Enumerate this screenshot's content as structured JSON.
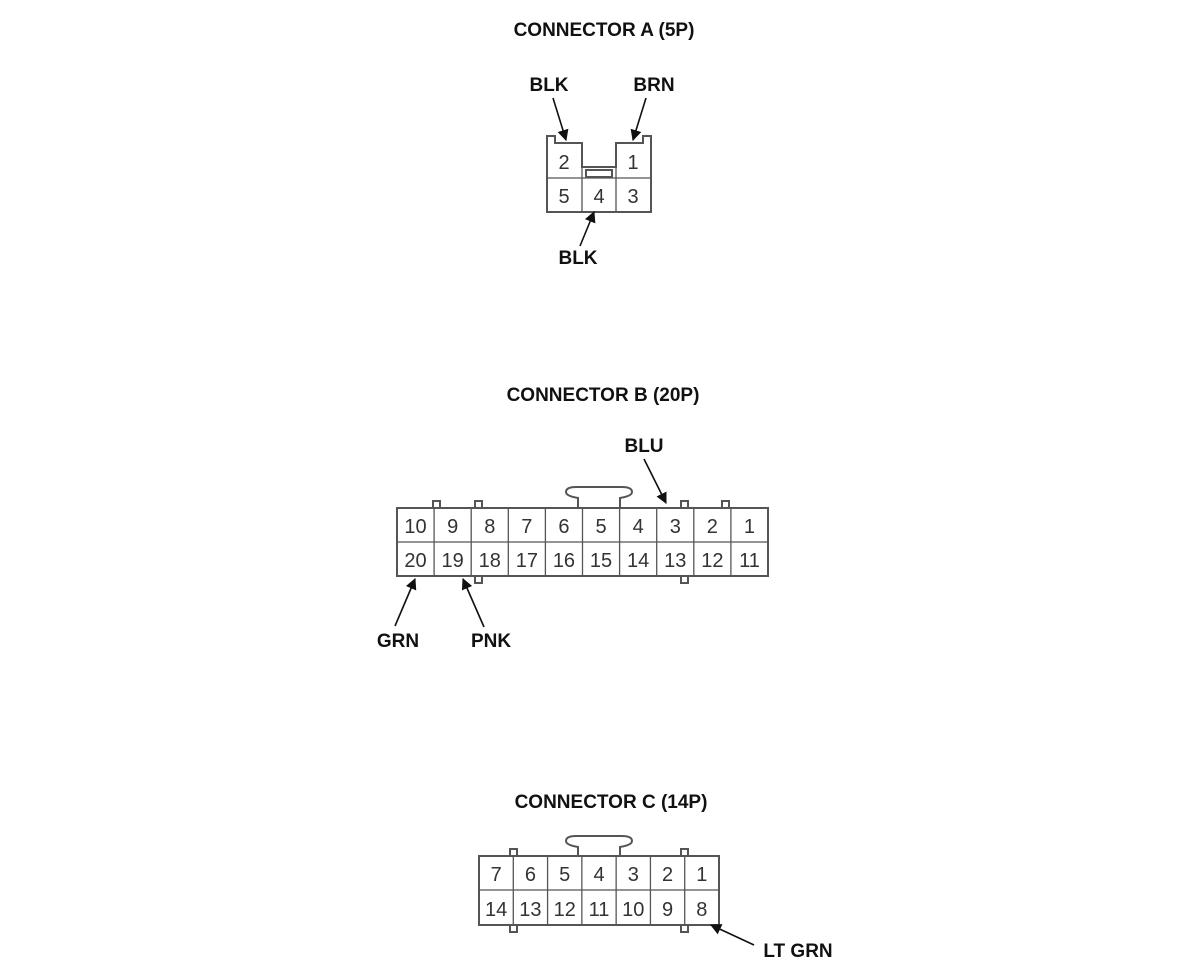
{
  "connectors": {
    "a": {
      "title": "CONNECTOR A (5P)",
      "pins": [
        "2",
        "1",
        "5",
        "4",
        "3"
      ],
      "wires": [
        "BLK",
        "BRN",
        "BLK"
      ]
    },
    "b": {
      "title": "CONNECTOR B (20P)",
      "top_pins": [
        "10",
        "9",
        "8",
        "7",
        "6",
        "5",
        "4",
        "3",
        "2",
        "1"
      ],
      "bottom_pins": [
        "20",
        "19",
        "18",
        "17",
        "16",
        "15",
        "14",
        "13",
        "12",
        "11"
      ],
      "wires": [
        "BLU",
        "GRN",
        "PNK"
      ]
    },
    "c": {
      "title": "CONNECTOR C (14P)",
      "top_pins": [
        "7",
        "6",
        "5",
        "4",
        "3",
        "2",
        "1"
      ],
      "bottom_pins": [
        "14",
        "13",
        "12",
        "11",
        "10",
        "9",
        "8"
      ],
      "wires": [
        "LT GRN"
      ]
    }
  },
  "colors": {
    "line": "#555555",
    "text": "#111111",
    "pin_text": "#333333"
  }
}
